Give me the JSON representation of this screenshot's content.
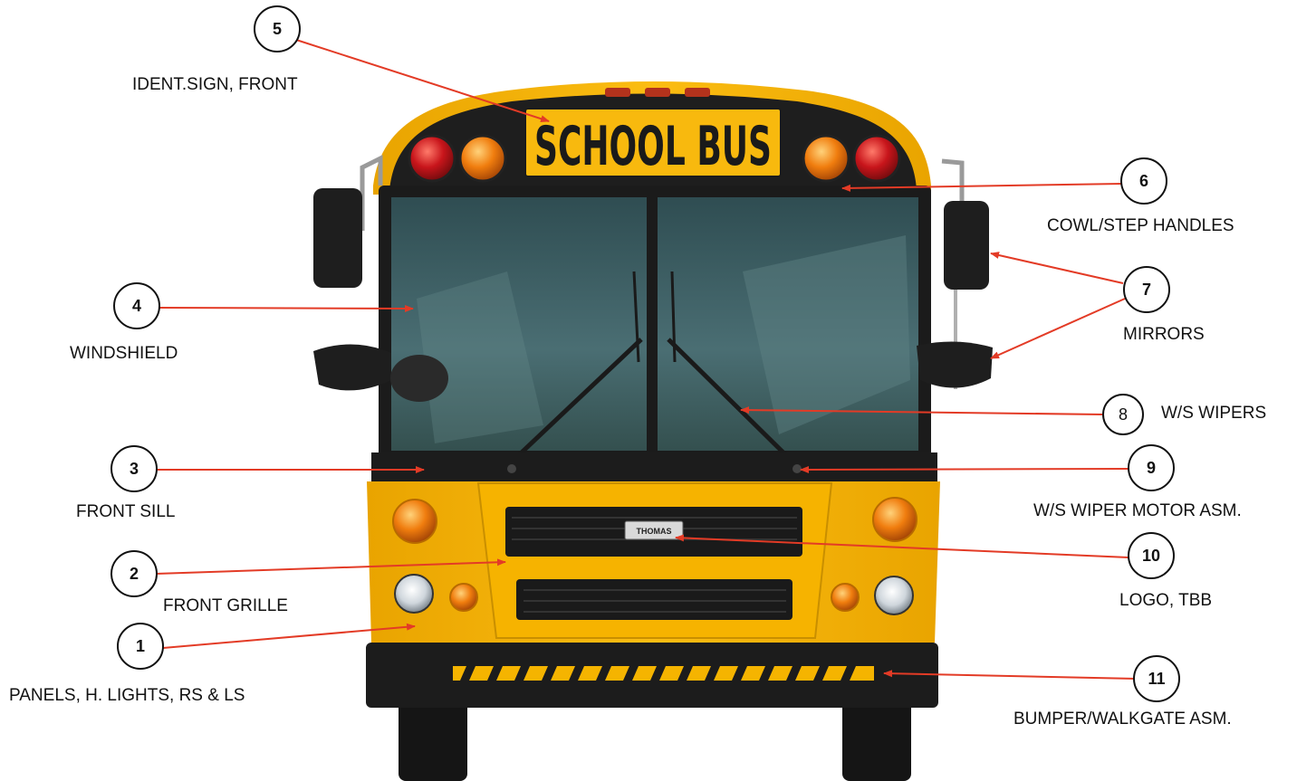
{
  "diagram": {
    "sign_text": "SCHOOL BUS",
    "logo_text": "THOMAS",
    "colors": {
      "bus_yellow": "#f7b500",
      "bus_dark": "#1b1b1b",
      "leader_red": "#e33b26",
      "lamp_red": "#c8151b",
      "lamp_amber": "#f07d0e",
      "glass": "#3d5e63"
    },
    "callouts": [
      {
        "number": "1",
        "label": "PANELS, H. LIGHTS, RS & LS"
      },
      {
        "number": "2",
        "label": "FRONT GRILLE"
      },
      {
        "number": "3",
        "label": "FRONT SILL"
      },
      {
        "number": "4",
        "label": "WINDSHIELD"
      },
      {
        "number": "5",
        "label": "IDENT.SIGN, FRONT"
      },
      {
        "number": "6",
        "label": "COWL/STEP HANDLES"
      },
      {
        "number": "7",
        "label": "MIRRORS"
      },
      {
        "number": "8",
        "label": "W/S WIPERS"
      },
      {
        "number": "9",
        "label": "W/S WIPER MOTOR ASM."
      },
      {
        "number": "10",
        "label": "LOGO, TBB"
      },
      {
        "number": "11",
        "label": "BUMPER/WALKGATE ASM."
      }
    ]
  }
}
